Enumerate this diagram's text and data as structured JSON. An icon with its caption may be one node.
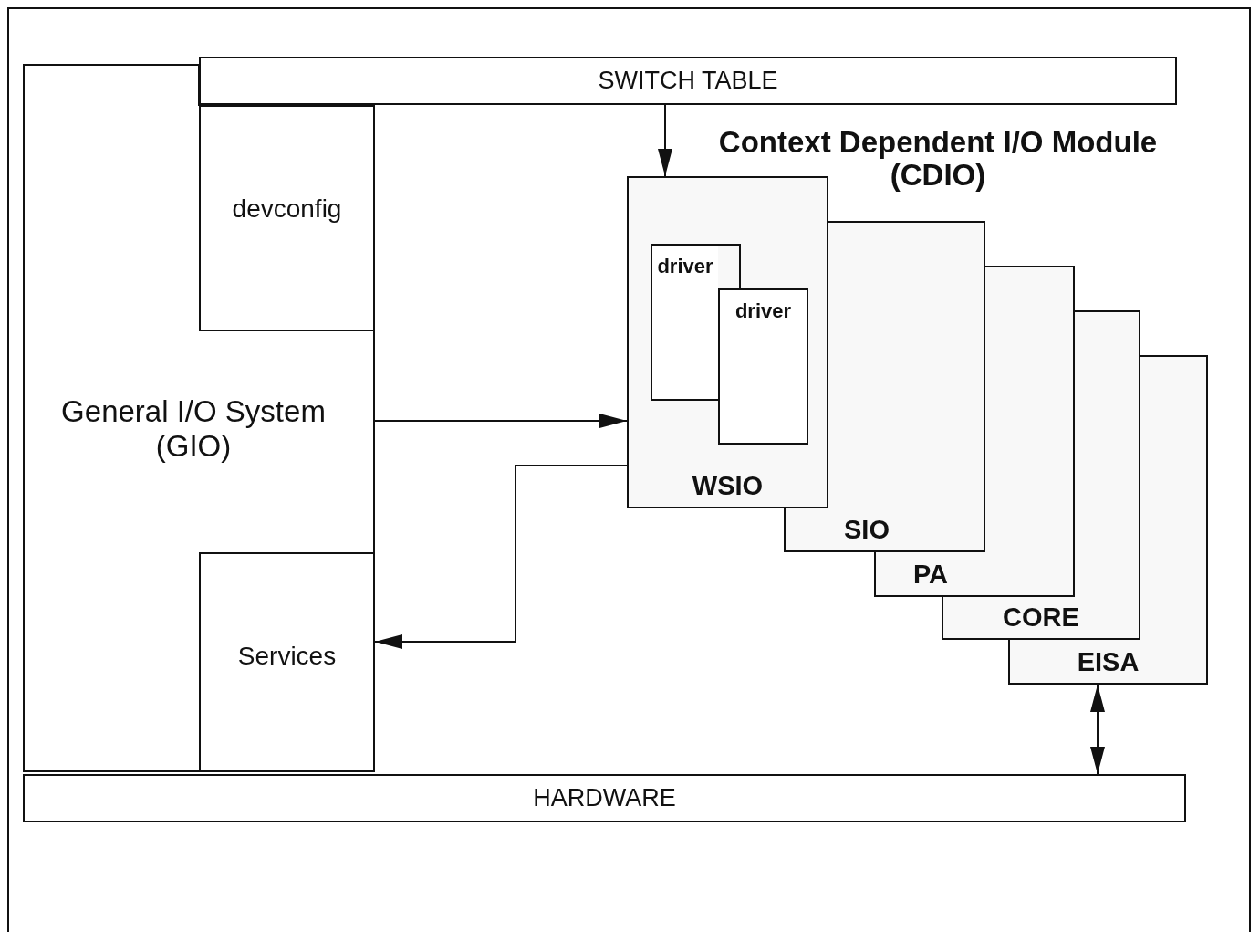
{
  "diagram": {
    "title": "Context Dependent I/O Module (CDIO)",
    "nodes": [
      {
        "text": [
          "SWITCH TABLE"
        ]
      },
      {
        "text": [
          "General I/O System (GIO)"
        ]
      },
      {
        "text": [
          "devconfig"
        ],
        "in": 1
      },
      {
        "text": [
          "Services"
        ],
        "in": 1
      },
      {
        "text": [
          "WSIO"
        ]
      },
      {
        "text": [
          "driver"
        ],
        "in": 4
      },
      {
        "text": [
          "driver"
        ],
        "in": 4
      },
      {
        "text": [
          "SIO"
        ]
      },
      {
        "text": [
          "PA"
        ]
      },
      {
        "text": [
          "CORE"
        ]
      },
      {
        "text": [
          "EISA"
        ]
      },
      {
        "text": [
          "HARDWARE"
        ]
      }
    ],
    "edges": [
      {
        "from": 0,
        "to": 4,
        "arrow": "to"
      },
      {
        "from": 1,
        "to": 4,
        "arrow": "to"
      },
      {
        "from": 4,
        "to": 3,
        "arrow": "to"
      },
      {
        "from": 10,
        "to": 11,
        "arrow": "both"
      }
    ]
  }
}
